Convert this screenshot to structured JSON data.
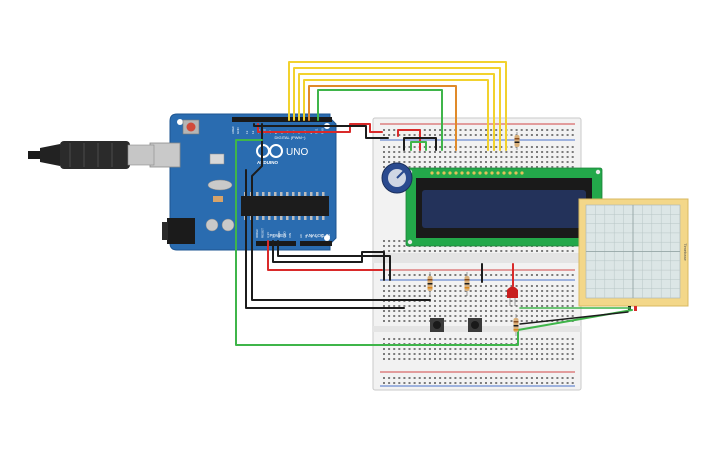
{
  "board": {
    "brand": "UNO",
    "maker": "ARDUINO",
    "header_digital": "DIGITAL (PWM~)",
    "header_power": "POWER",
    "header_analog": "ANALOG IN",
    "pin_aref": "AREF",
    "pin_gnd": "GND",
    "pins_digital": [
      "13",
      "12",
      "~11",
      "~10",
      "~9",
      "8",
      "7",
      "~6",
      "~5",
      "4",
      "~3",
      "2",
      "TX1",
      "RX0"
    ],
    "pins_power": [
      "IOREF",
      "RESET",
      "3.3V",
      "5V",
      "GND",
      "GND",
      "VIN"
    ],
    "pins_analog": [
      "A0",
      "A1",
      "A2",
      "A3",
      "A4",
      "A5"
    ]
  },
  "scope": {
    "label": "Timebase"
  },
  "colors": {
    "board": "#2a6cb0",
    "board_dark": "#1e5590",
    "breadboard": "#f2f2f2",
    "lcd_pcb": "#23a84a",
    "lcd_screen": "#23325a",
    "scope_frame": "#f3d789",
    "scope_screen": "#dce6e6",
    "wire_yellow": "#f2d22e",
    "wire_orange": "#e08a2a",
    "wire_green": "#3fb54a",
    "wire_red": "#d92a2a",
    "wire_black": "#1c1c1c"
  },
  "icons": {
    "usb_cable": "usb-cable-icon",
    "pot": "potentiometer-icon",
    "button": "pushbutton-icon",
    "led": "led-icon",
    "resistor": "resistor-icon",
    "chip": "ic-chip-icon"
  }
}
